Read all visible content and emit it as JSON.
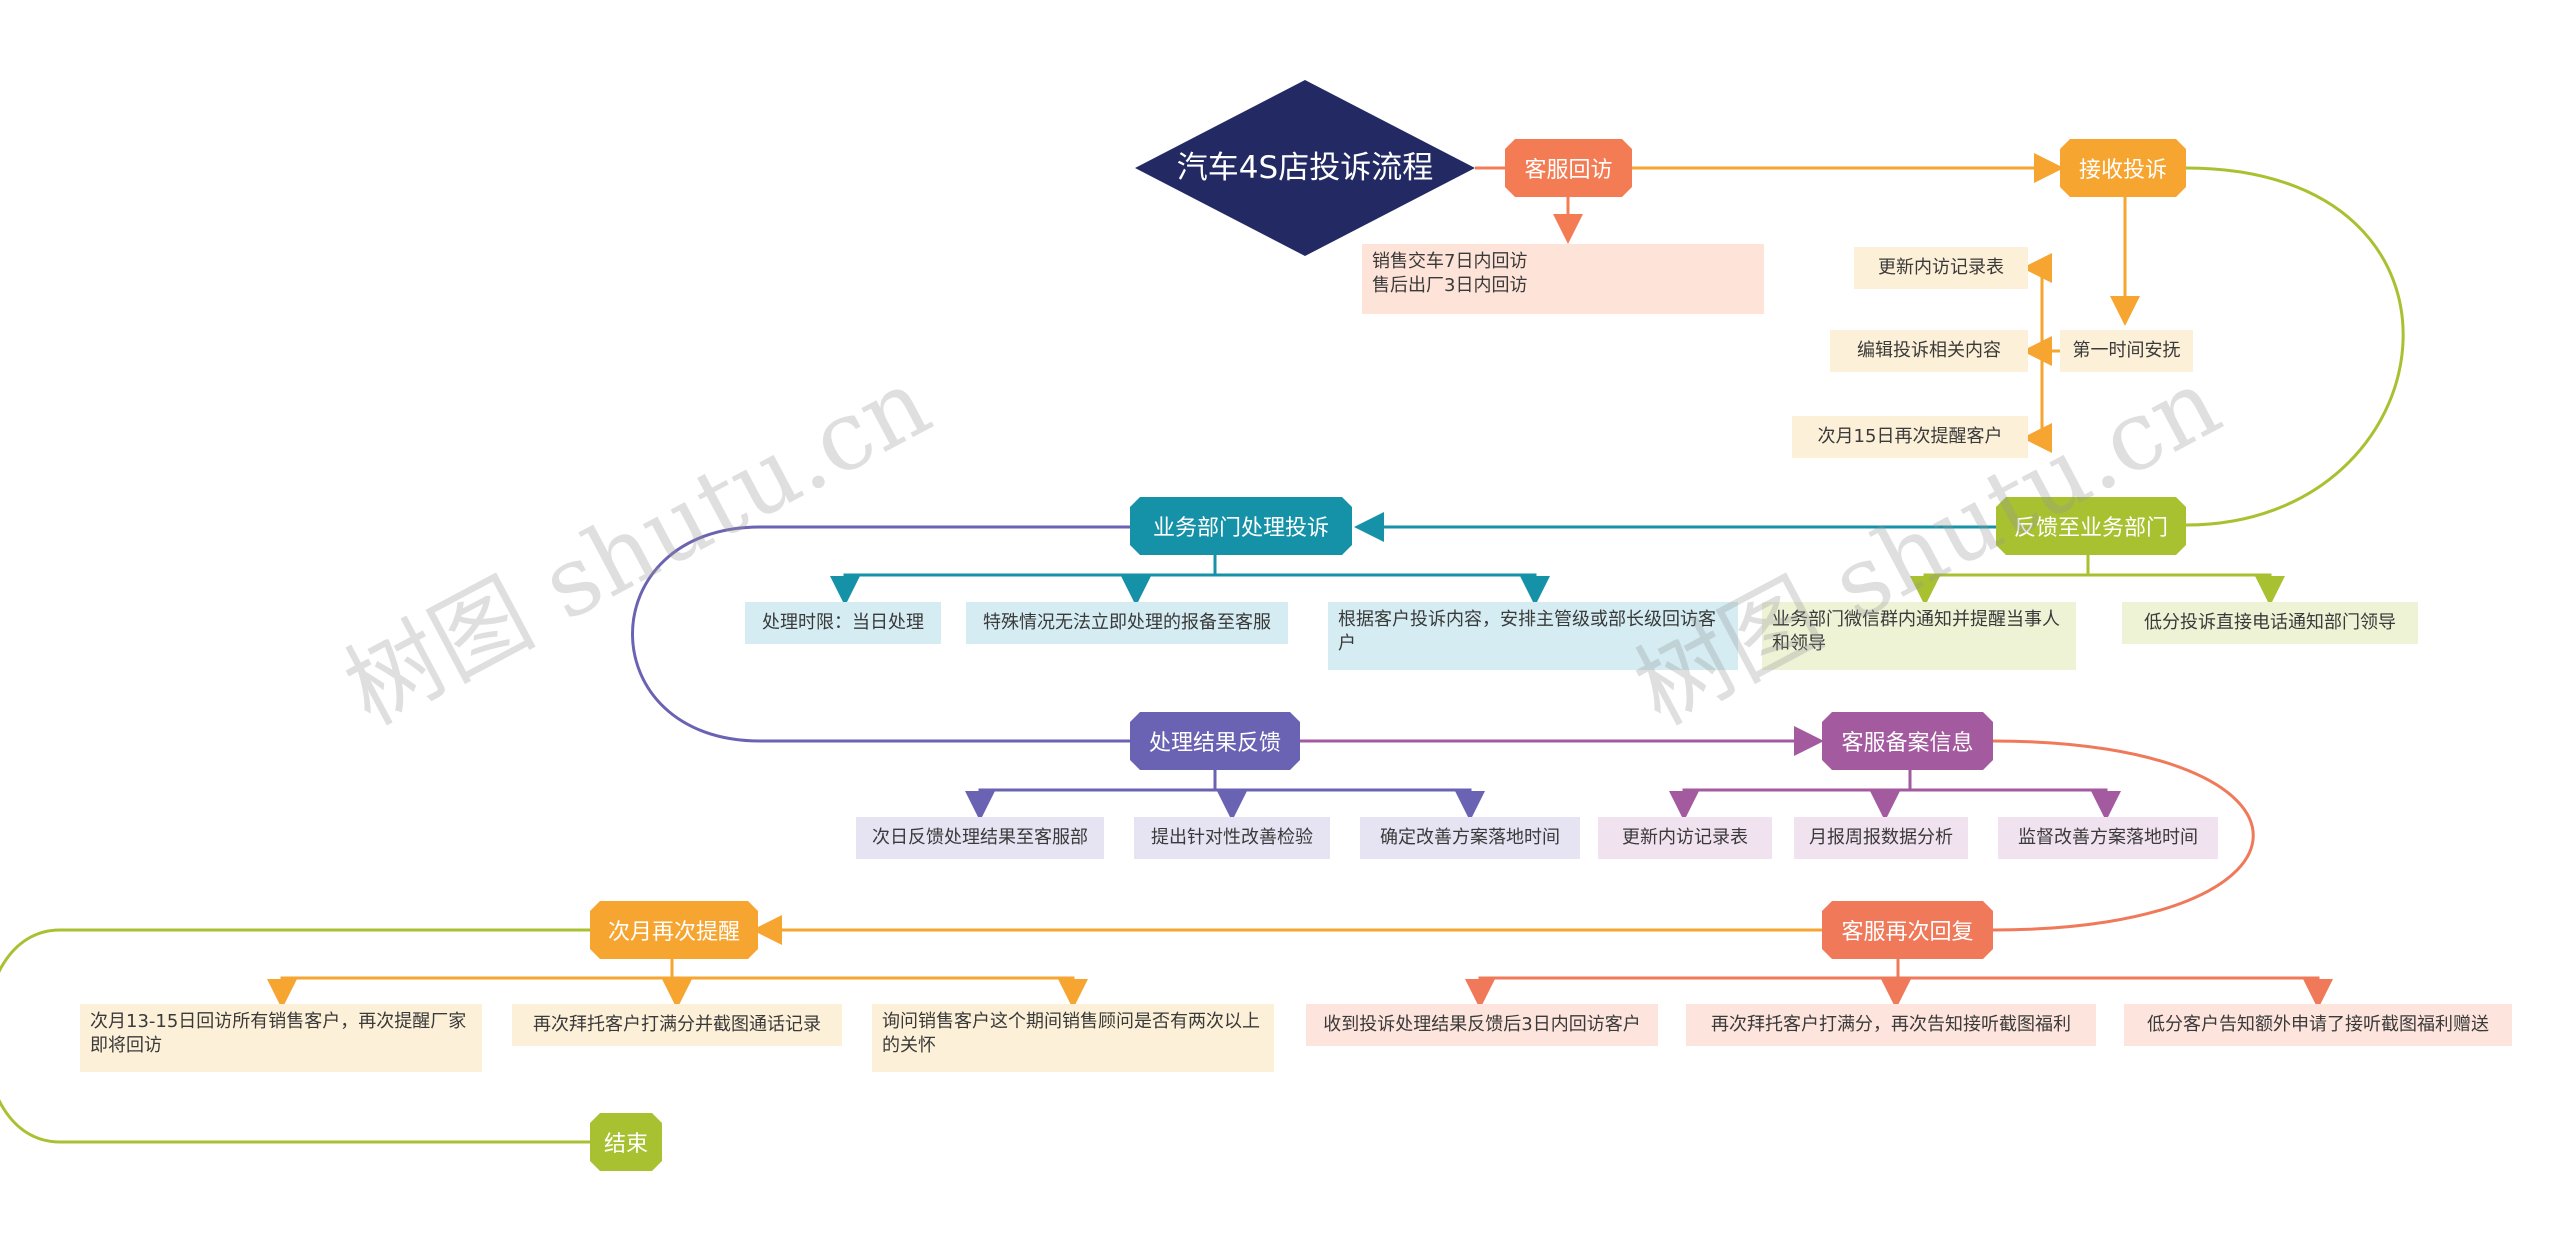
{
  "title": "汽车4S店投诉流程",
  "watermark": "树图 shutu.cn",
  "colors": {
    "title_bg": "#232a63",
    "orange": "#f47c54",
    "orange_leaf": "#fde3d8",
    "amber": "#f6a531",
    "amber_leaf": "#fdf0d8",
    "lime": "#a8c131",
    "lime_leaf": "#eef3d6",
    "teal": "#1692a8",
    "teal_leaf": "#d4ecf2",
    "violet": "#6a62b2",
    "violet_leaf": "#e6e4f3",
    "plum": "#a45a9f",
    "plum_leaf": "#f1e2f0",
    "coral": "#ef7959",
    "coral_leaf": "#fde5dd"
  },
  "nodes": {
    "kefu_huifang": {
      "label": "客服回访",
      "notes": [
        "销售交车7日内回访",
        "售后出厂3日内回访"
      ]
    },
    "jieshou": {
      "label": "接收投诉",
      "sub": "第一时间安抚",
      "leaves": [
        "更新内访记录表",
        "编辑投诉相关内容",
        "次月15日再次提醒客户"
      ]
    },
    "fankui": {
      "label": "反馈至业务部门",
      "leaves": [
        "业务部门微信群内通知并提醒当事人和领导",
        "低分投诉直接电话通知部门领导"
      ]
    },
    "yewu": {
      "label": "业务部门处理投诉",
      "leaves": [
        "处理时限：当日处理",
        "特殊情况无法立即处理的报备至客服",
        "根据客户投诉内容，安排主管级或部长级回访客户"
      ]
    },
    "chuli": {
      "label": "处理结果反馈",
      "leaves": [
        "次日反馈处理结果至客服部",
        "提出针对性改善检验",
        "确定改善方案落地时间"
      ]
    },
    "beian": {
      "label": "客服备案信息",
      "leaves": [
        "更新内访记录表",
        "月报周报数据分析",
        "监督改善方案落地时间"
      ]
    },
    "zaici": {
      "label": "客服再次回复",
      "leaves": [
        "收到投诉处理结果反馈后3日内回访客户",
        "再次拜托客户打满分，再次告知接听截图福利",
        "低分客户告知额外申请了接听截图福利赠送"
      ]
    },
    "ciyue": {
      "label": "次月再次提醒",
      "leaves": [
        "次月13-15日回访所有销售客户，再次提醒厂家即将回访",
        "再次拜托客户打满分并截图通话记录",
        "询问销售客户这个期间销售顾问是否有两次以上的关怀"
      ]
    },
    "end": {
      "label": "结束"
    }
  }
}
